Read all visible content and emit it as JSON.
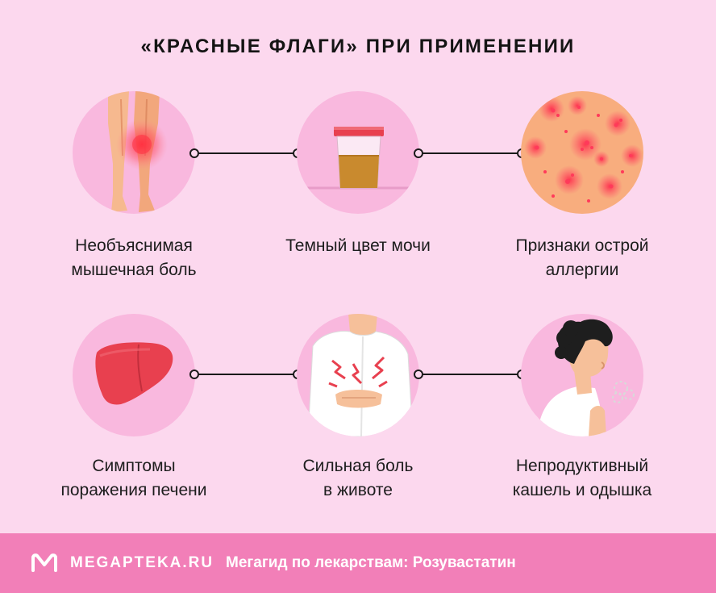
{
  "title": "«КРАСНЫЕ ФЛАГИ» ПРИ ПРИМЕНЕНИИ",
  "colors": {
    "background": "#fcd8ee",
    "circle": "#f9b8de",
    "footer": "#f27fb8",
    "accent_red": "#e8404f"
  },
  "items": [
    {
      "icon": "leg-pain-icon",
      "lines": [
        "Необъяснимая",
        "мышечная боль"
      ]
    },
    {
      "icon": "urine-cup-icon",
      "lines": [
        "Темный цвет мочи"
      ]
    },
    {
      "icon": "skin-rash-icon",
      "lines": [
        "Признаки острой",
        "аллергии"
      ]
    },
    {
      "icon": "liver-icon",
      "lines": [
        "Симптомы",
        "поражения печени"
      ]
    },
    {
      "icon": "stomach-pain-icon",
      "lines": [
        "Сильная боль",
        "в животе"
      ]
    },
    {
      "icon": "cough-icon",
      "lines": [
        "Непродуктивный",
        "кашель и одышка"
      ]
    }
  ],
  "footer": {
    "logo_icon": "megapteka-logo-icon",
    "brand": "MEGAPTEKA.RU",
    "tagline": "Мегагид по лекарствам: Розувастатин"
  }
}
